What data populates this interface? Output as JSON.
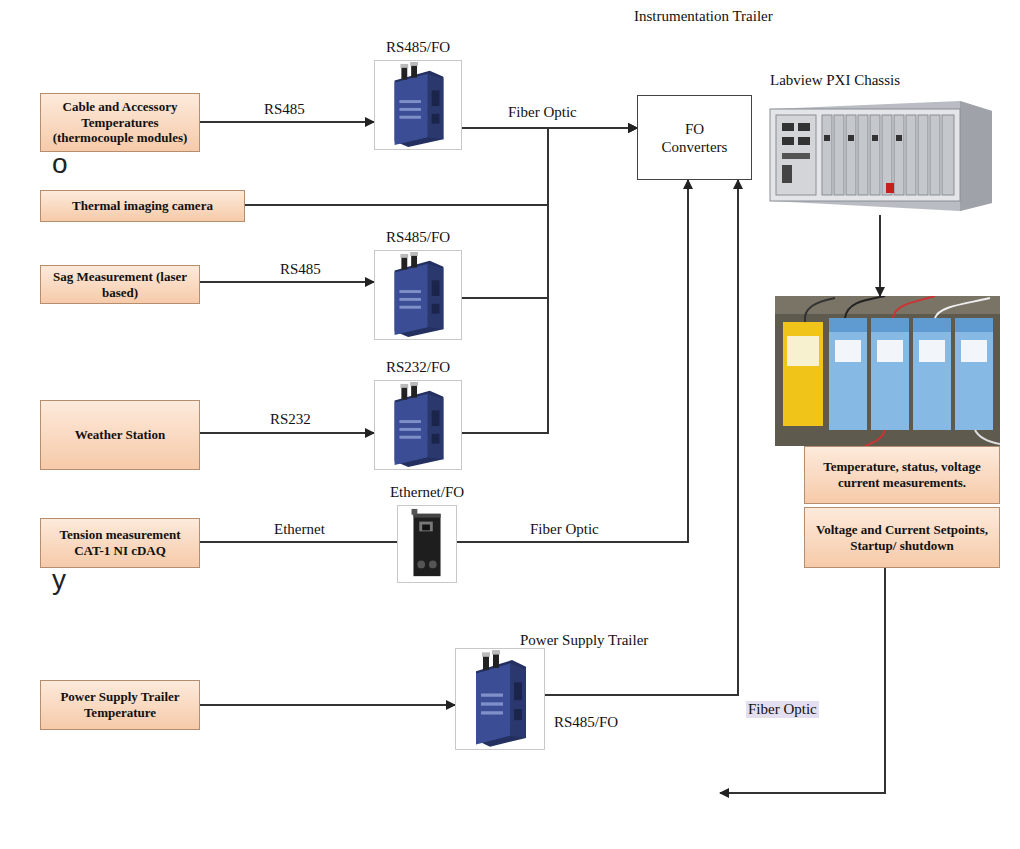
{
  "diagram": {
    "nodes": [
      {
        "text": [
          "Cable and Accessory Temperatures (thermocouple modules)"
        ]
      },
      {
        "text": [
          "RS485/FO"
        ]
      },
      {
        "text": [
          "Thermal imaging camera"
        ]
      },
      {
        "text": [
          "Sag Measurement (laser based)"
        ]
      },
      {
        "text": [
          "RS485/FO"
        ]
      },
      {
        "text": [
          "Weather Station"
        ]
      },
      {
        "text": [
          "RS232/FO"
        ]
      },
      {
        "text": [
          "Tension measurement CAT-1 NI cDAQ"
        ]
      },
      {
        "text": [
          "Ethernet/FO"
        ]
      },
      {
        "text": [
          "Instrumentation Trailer"
        ]
      },
      {
        "text": [
          "FO Converters"
        ],
        "in": 9
      },
      {
        "text": [
          "Labview PXI Chassis"
        ],
        "in": 9
      },
      {
        "text": [
          "Temperature, status, voltage current measurements."
        ],
        "in": 9
      },
      {
        "text": [
          "Voltage and Current Setpoints, Startup/ shutdown"
        ],
        "in": 9
      },
      {
        "text": [
          "Power Supply Trailer"
        ]
      },
      {
        "text": [
          "Power Supply Trailer Temperature"
        ],
        "in": 14
      },
      {
        "text": [
          "RS485/FO"
        ],
        "in": 14
      }
    ],
    "edges": [
      {
        "from": 0,
        "to": 1,
        "arrow": "to",
        "label": "RS485"
      },
      {
        "from": 1,
        "to": 10,
        "arrow": "to",
        "label": "Fiber Optic"
      },
      {
        "from": 2,
        "to": 10,
        "arrow": "to"
      },
      {
        "from": 3,
        "to": 4,
        "arrow": "to",
        "label": "RS485"
      },
      {
        "from": 4,
        "to": 10,
        "arrow": "to"
      },
      {
        "from": 5,
        "to": 6,
        "arrow": "to",
        "label": "RS232"
      },
      {
        "from": 6,
        "to": 10,
        "arrow": "to"
      },
      {
        "from": 7,
        "to": 8,
        "arrow": "none",
        "label": "Ethernet"
      },
      {
        "from": 8,
        "to": 10,
        "arrow": "to",
        "label": "Fiber Optic"
      },
      {
        "from": 15,
        "to": 16,
        "arrow": "to"
      },
      {
        "from": 16,
        "to": 10,
        "arrow": "to",
        "label": "Fiber Optic"
      },
      {
        "from": 11,
        "to": 12,
        "arrow": "to"
      },
      {
        "from": 13,
        "to": 14,
        "arrow": "to"
      }
    ],
    "labels": [
      "o",
      "y"
    ]
  }
}
